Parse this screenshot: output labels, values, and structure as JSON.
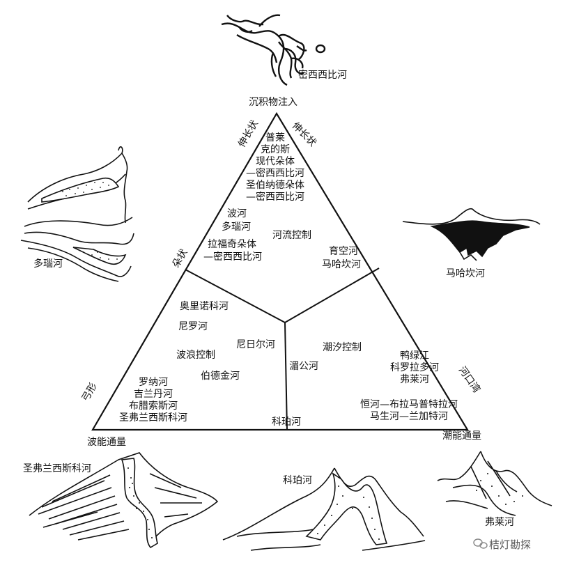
{
  "corners": {
    "top": "沉积物注入",
    "left": "波能通量",
    "right": "潮能通量"
  },
  "edge_labels": {
    "left_upper": "伸长状",
    "right_upper": "伸长状",
    "left_middle": "朵状",
    "left_lower": "弓形",
    "right_lower": "河口湾"
  },
  "regions": {
    "river": {
      "control": "河流控制",
      "examples_top": [
        "普莱",
        "克的斯",
        "现代朵体",
        "—密西西比河",
        "圣伯纳德朵体",
        "—密西西比河"
      ],
      "examples_mid": [
        "波河",
        "多瑙河"
      ],
      "examples_low": [
        "拉福奇朵体",
        "—密西西比河"
      ],
      "examples_right": [
        "育空河",
        "马哈坎河"
      ]
    },
    "wave": {
      "control": "波浪控制",
      "examples": [
        "奥里诺科河",
        "尼罗河",
        "尼日尔河",
        "伯德金河"
      ],
      "examples_low": [
        "罗纳河",
        "吉兰丹河",
        "布腊索斯河",
        "圣弗兰西斯科河"
      ]
    },
    "tide": {
      "control": "潮汐控制",
      "examples_left": [
        "湄公河"
      ],
      "examples_right": [
        "鸭绿江",
        "科罗拉多河",
        "弗莱河"
      ],
      "examples_low": [
        "恒河—布拉马普特拉河",
        "马生河—兰加特河"
      ]
    },
    "bottom": "科珀河"
  },
  "sketches": {
    "top": "密西西比河",
    "left": "多瑙河",
    "right": "马哈坎河",
    "bottom_left": "圣弗兰西斯科河",
    "bottom_mid": "科珀河",
    "bottom_right": "弗莱河"
  },
  "watermark": "桔灯勘探"
}
